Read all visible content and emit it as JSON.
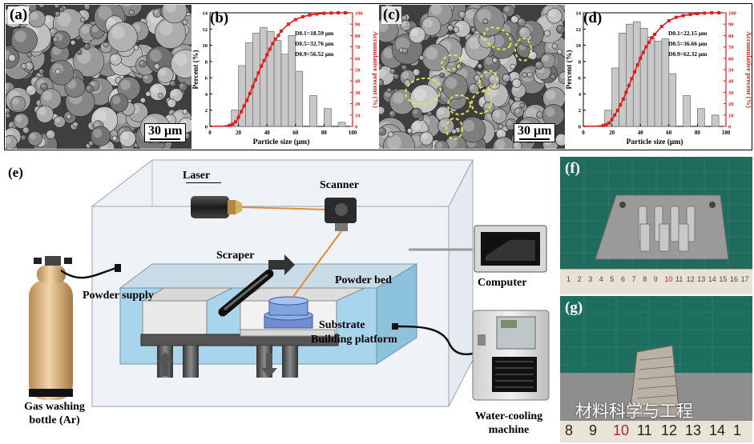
{
  "panels": {
    "a_label": "(a)",
    "b_label": "(b)",
    "c_label": "(c)",
    "d_label": "(d)",
    "e_label": "(e)",
    "f_label": "(f)",
    "g_label": "(g)",
    "scale_a": "30 μm",
    "scale_c": "30 μm"
  },
  "chart_data": [
    {
      "type": "bar",
      "panel": "b",
      "xlabel": "Particle size (μm)",
      "ylabel": "Percent (%)",
      "y2label": "Accumulative precent (%)",
      "xlim": [
        0,
        100
      ],
      "ylim": [
        0,
        14
      ],
      "y2lim": [
        0,
        100
      ],
      "xticks": [
        0,
        20,
        40,
        60,
        80,
        100
      ],
      "yticks": [
        0,
        2,
        4,
        6,
        8,
        10,
        12,
        14
      ],
      "y2ticks": [
        0,
        10,
        20,
        30,
        40,
        50,
        60,
        70,
        80,
        90,
        100
      ],
      "bars": {
        "x": [
          17.5,
          22.5,
          27.5,
          32.5,
          37.5,
          42.5,
          47.5,
          52.5,
          57.5,
          62.5,
          72.5,
          82.5,
          92.5
        ],
        "values": [
          2,
          7.5,
          10.3,
          11.5,
          12.2,
          11.7,
          10.6,
          8.9,
          11.2,
          6.8,
          3.8,
          2.2,
          0.5
        ]
      },
      "cumulative": {
        "x": [
          0,
          10,
          14,
          16,
          18,
          20,
          22,
          24,
          26,
          28,
          30,
          32,
          34,
          36,
          38,
          40,
          42,
          44,
          46,
          48,
          50,
          55,
          60,
          65,
          70,
          75,
          80,
          85,
          90,
          95
        ],
        "values": [
          0,
          0.3,
          1,
          2,
          4,
          8,
          13,
          18,
          23,
          29,
          35,
          41,
          47,
          53,
          58,
          63,
          68,
          73,
          77,
          80,
          84,
          90,
          94,
          96.5,
          98,
          99,
          99.5,
          99.8,
          100,
          100
        ]
      },
      "annotations": [
        "D0.1=18.59 μm",
        "D0.5=32.76 μm",
        "D0.9=56.52 μm"
      ]
    },
    {
      "type": "bar",
      "panel": "d",
      "xlabel": "Particle size (μm)",
      "ylabel": "Percent (%)",
      "y2label": "Accumulative precent (%)",
      "xlim": [
        0,
        100
      ],
      "ylim": [
        0,
        14
      ],
      "y2lim": [
        0,
        100
      ],
      "xticks": [
        0,
        20,
        40,
        60,
        80,
        100
      ],
      "yticks": [
        0,
        2,
        4,
        6,
        8,
        10,
        12,
        14
      ],
      "y2ticks": [
        0,
        10,
        20,
        30,
        40,
        50,
        60,
        70,
        80,
        90,
        100
      ],
      "bars": {
        "x": [
          17.5,
          22.5,
          27.5,
          32.5,
          37.5,
          42.5,
          47.5,
          52.5,
          57.5,
          62.5,
          72.5,
          82.5,
          92.5
        ],
        "values": [
          2,
          7.2,
          11.5,
          12.6,
          12.9,
          12.1,
          11,
          10.5,
          10.8,
          6.5,
          3.8,
          2.2,
          1.4
        ]
      },
      "cumulative": {
        "x": [
          0,
          10,
          14,
          16,
          18,
          20,
          22,
          24,
          26,
          28,
          30,
          32,
          34,
          36,
          38,
          40,
          42,
          44,
          46,
          48,
          50,
          55,
          60,
          65,
          70,
          75,
          80,
          85,
          90,
          95
        ],
        "values": [
          0,
          0.3,
          0.8,
          1.5,
          3,
          6,
          10,
          14,
          19,
          24,
          30,
          36,
          42,
          48,
          54,
          60,
          65,
          70,
          74,
          78,
          81,
          88,
          93,
          96,
          97.5,
          98.5,
          99.3,
          99.7,
          100,
          100
        ]
      },
      "annotations": [
        "D0.1=22.15 μm",
        "D0.5=36.66 μm",
        "D0.9=62.32 μm"
      ]
    }
  ],
  "colors": {
    "bar_fill": "#c8c8c8",
    "bar_stroke": "#6a6a6a",
    "cumulative_line": "#e21b1b",
    "cumulative_axis": "#e21b1b",
    "chamber_glass": "#dfe6ee",
    "powder_bed_blue": "#a9d5ec",
    "highlight_ellipse": "#e3e64a"
  },
  "diagram": {
    "laser": "Laser",
    "scanner": "Scanner",
    "scraper": "Scraper",
    "powder_bed": "Powder bed",
    "powder_supply": "Powder supply",
    "substrate": "Substrate",
    "building_platform": "Building platform",
    "computer": "Computer",
    "gas_bottle_line1": "Gas washing",
    "gas_bottle_line2": "bottle (Ar)",
    "cooling_line1": "Water-cooling",
    "cooling_line2": "machine"
  },
  "rulers": {
    "f_numbers": [
      "1",
      "2",
      "3",
      "4",
      "5",
      "6",
      "7",
      "8",
      "9",
      "10",
      "11",
      "12",
      "13",
      "14",
      "15",
      "16",
      "17"
    ],
    "g_numbers": [
      "8",
      "9",
      "10",
      "11",
      "12",
      "13",
      "14",
      "1"
    ]
  },
  "watermark": "材料科学与工程"
}
